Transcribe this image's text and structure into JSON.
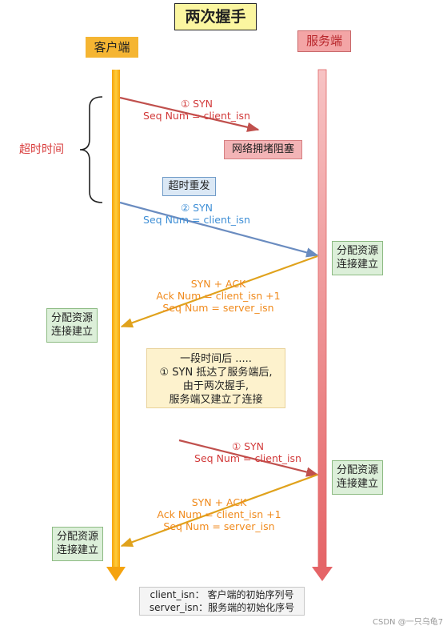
{
  "title": "两次握手",
  "participants": {
    "client": "客户端",
    "server": "服务端"
  },
  "timeout_label": "超时时间",
  "congestion_label": "网络拥堵阻塞",
  "retransmit_label": "超时重发",
  "messages": [
    {
      "line1": "① SYN",
      "line2": "Seq Num = client_isn"
    },
    {
      "line1": "② SYN",
      "line2": "Seq Num = client_isn"
    },
    {
      "line1": "SYN + ACK",
      "line2": "Ack Num =  client_isn +1",
      "line3": "Seq Num = server_isn"
    },
    {
      "line1": "① SYN",
      "line2": "Seq Num = client_isn"
    },
    {
      "line1": "SYN + ACK",
      "line2": "Ack Num =  client_isn +1",
      "line3": "Seq Num = server_isn"
    }
  ],
  "alloc": {
    "line1": "分配资源",
    "line2": "连接建立"
  },
  "note": {
    "line1": "一段时间后 .....",
    "line2": "① SYN 抵达了服务端后,",
    "line3": "由于两次握手,",
    "line4": "服务端又建立了连接"
  },
  "legend": {
    "line1": "client_isn： 客户端的初始序列号",
    "line2": "server_isn：服务端的初始化序号"
  },
  "watermark": "CSDN @一只乌龟7",
  "colors": {
    "client_lifeline": "#f5a912",
    "server_lifeline": "#e06868",
    "lost_syn": "#c0504d",
    "retransmit_syn": "#6a8cc0",
    "synack": "#e0a21c"
  }
}
